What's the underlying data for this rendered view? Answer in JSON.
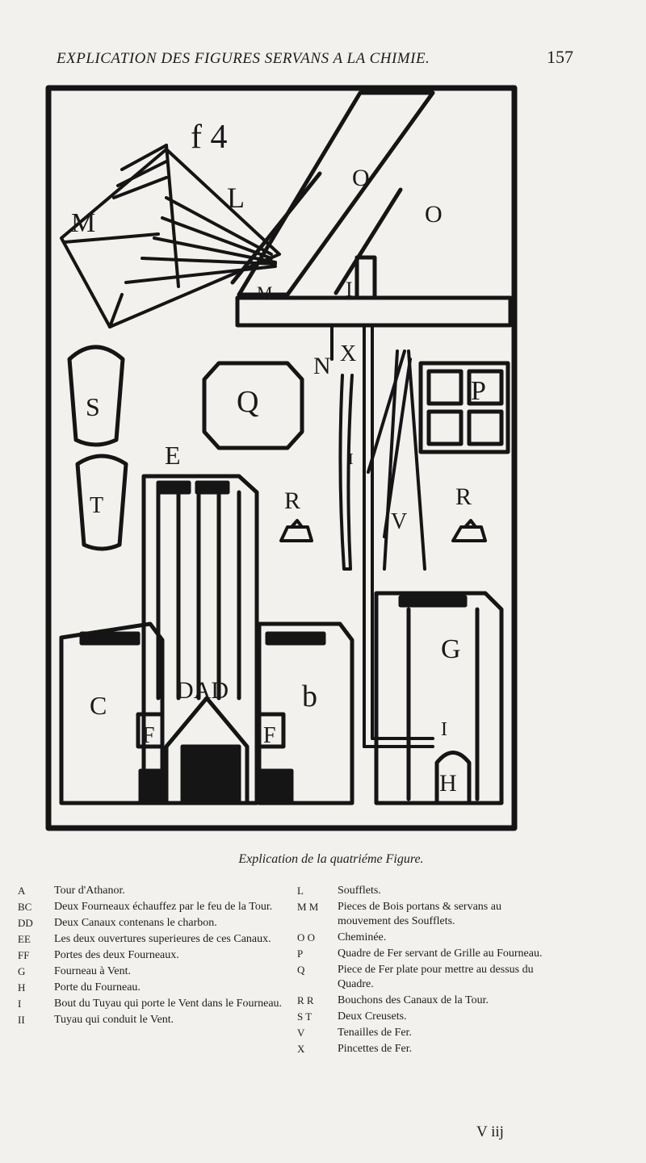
{
  "header": {
    "title": "EXPLICATION DES FIGURES SERVANS A LA CHIMIE.",
    "page_number": "157"
  },
  "plate": {
    "figure_label": "f 4",
    "letters": {
      "M": "M",
      "L": "L",
      "O1": "O",
      "O2": "O",
      "M_small": "M",
      "I1": "I",
      "N": "N",
      "X": "X",
      "S": "S",
      "Q": "Q",
      "P": "P",
      "T": "T",
      "E": "E",
      "R1": "R",
      "R2": "R",
      "I2": "I",
      "V": "V",
      "C": "C",
      "DAD": "DAD",
      "b": "b",
      "F1": "F",
      "F2": "F",
      "G": "G",
      "I3": "I",
      "H": "H"
    }
  },
  "caption": "Explication de la quatriéme Figure.",
  "legend_left": [
    {
      "key": "A",
      "desc": "Tour d'Athanor."
    },
    {
      "key": "BC",
      "desc": "Deux Fourneaux échauffez par le feu de la Tour."
    },
    {
      "key": "DD",
      "desc": "Deux Canaux contenans le charbon."
    },
    {
      "key": "EE",
      "desc": "Les deux ouvertures superieures de ces Canaux."
    },
    {
      "key": "FF",
      "desc": "Portes des deux Fourneaux."
    },
    {
      "key": "G",
      "desc": "Fourneau à Vent."
    },
    {
      "key": "H",
      "desc": "Porte du Fourneau."
    },
    {
      "key": "I",
      "desc": "Bout du Tuyau qui porte le Vent dans le Fourneau."
    },
    {
      "key": "II",
      "desc": "Tuyau qui conduit le Vent."
    }
  ],
  "legend_right": [
    {
      "key": "L",
      "desc": "Soufflets."
    },
    {
      "key": "M M",
      "desc": "Pieces de Bois portans & servans au mouvement des Soufflets."
    },
    {
      "key": "O O",
      "desc": "Cheminée."
    },
    {
      "key": "P",
      "desc": "Quadre de Fer servant de Grille au Fourneau."
    },
    {
      "key": "Q",
      "desc": "Piece de Fer plate pour mettre au dessus du Quadre."
    },
    {
      "key": "R R",
      "desc": "Bouchons des Canaux de la Tour."
    },
    {
      "key": "S T",
      "desc": "Deux Creusets."
    },
    {
      "key": "V",
      "desc": "Tenailles de Fer."
    },
    {
      "key": "X",
      "desc": "Pincettes de Fer."
    }
  ],
  "signature": "V iij"
}
